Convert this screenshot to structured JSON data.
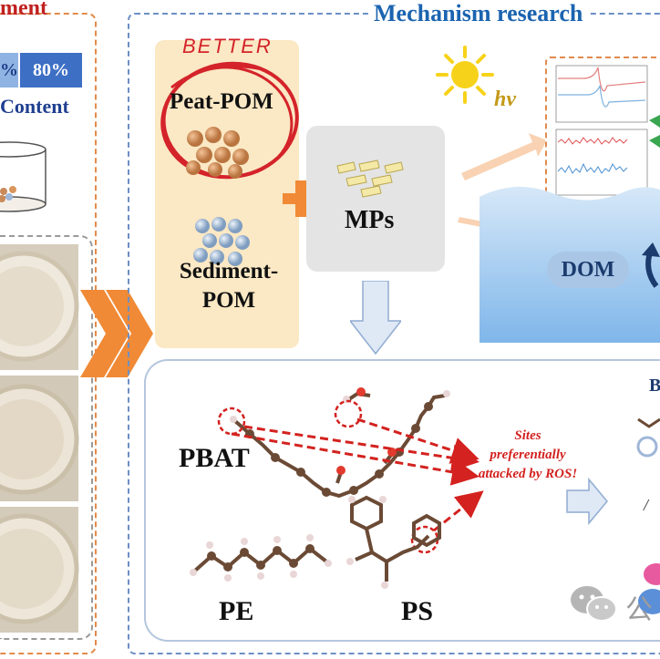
{
  "left": {
    "title": "ment",
    "cell_a": "%",
    "cell_b": "80%",
    "content_label": "Content"
  },
  "mechanism": {
    "title": "Mechanism research",
    "better": "BETTER",
    "peat_pom": "Peat-POM",
    "sediment_pom": "Sediment-POM",
    "mps": "MPs",
    "hv": "hν",
    "dom": "DOM"
  },
  "bottom": {
    "pbat": "PBAT",
    "pe": "PE",
    "ps": "PS",
    "sites_note": "Sites preferentially attacked by ROS!",
    "cut_label": "B"
  },
  "watermark": "公",
  "colors": {
    "left_border": "#e38b4a",
    "right_border": "#6d8fc4",
    "pom_box": "#fbe8c4",
    "red_accent": "#d4232a",
    "title_blue": "#1b64b0",
    "content_blue": "#1f3f8f",
    "arrow_orange": "#f08a36",
    "water_blue": "#a9cdf0",
    "arrow_down": "#dfe8f5"
  }
}
